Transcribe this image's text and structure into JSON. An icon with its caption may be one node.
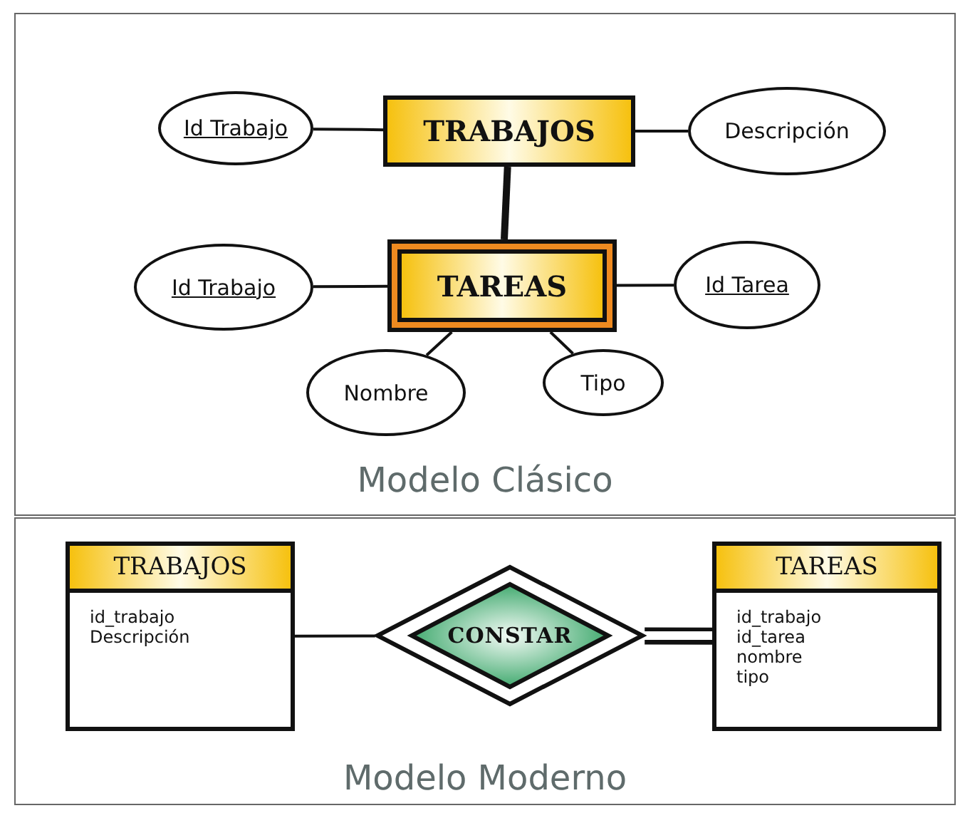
{
  "diagram": {
    "nodes": [
      {
        "text": [
          "Modelo Clásico"
        ]
      },
      {
        "text": [
          "TRABAJOS"
        ],
        "in": 0
      },
      {
        "text": [
          "Id Trabajo"
        ],
        "in": 0
      },
      {
        "text": [
          "Descripción"
        ],
        "in": 0
      },
      {
        "text": [
          "TAREAS"
        ],
        "in": 0
      },
      {
        "text": [
          "Id Trabajo"
        ],
        "in": 0
      },
      {
        "text": [
          "Id Tarea"
        ],
        "in": 0
      },
      {
        "text": [
          "Nombre"
        ],
        "in": 0
      },
      {
        "text": [
          "Tipo"
        ],
        "in": 0
      },
      {
        "text": [
          "Modelo Moderno"
        ]
      },
      {
        "text": [
          "TRABAJOS",
          "id_trabajo",
          "Descripción"
        ],
        "in": 9
      },
      {
        "text": [
          "CONSTAR"
        ],
        "in": 9
      },
      {
        "text": [
          "TAREAS",
          "id_trabajo",
          "id_tarea",
          "nombre",
          "tipo"
        ],
        "in": 9
      }
    ],
    "edges": [
      {
        "from": 2,
        "to": 1,
        "arrow": "none"
      },
      {
        "from": 1,
        "to": 3,
        "arrow": "none"
      },
      {
        "from": 1,
        "to": 4,
        "arrow": "none",
        "style": "thick"
      },
      {
        "from": 5,
        "to": 4,
        "arrow": "none"
      },
      {
        "from": 4,
        "to": 6,
        "arrow": "none"
      },
      {
        "from": 4,
        "to": 7,
        "arrow": "none"
      },
      {
        "from": 4,
        "to": 8,
        "arrow": "none"
      },
      {
        "from": 10,
        "to": 11,
        "arrow": "none"
      },
      {
        "from": 11,
        "to": 12,
        "arrow": "none"
      }
    ]
  }
}
